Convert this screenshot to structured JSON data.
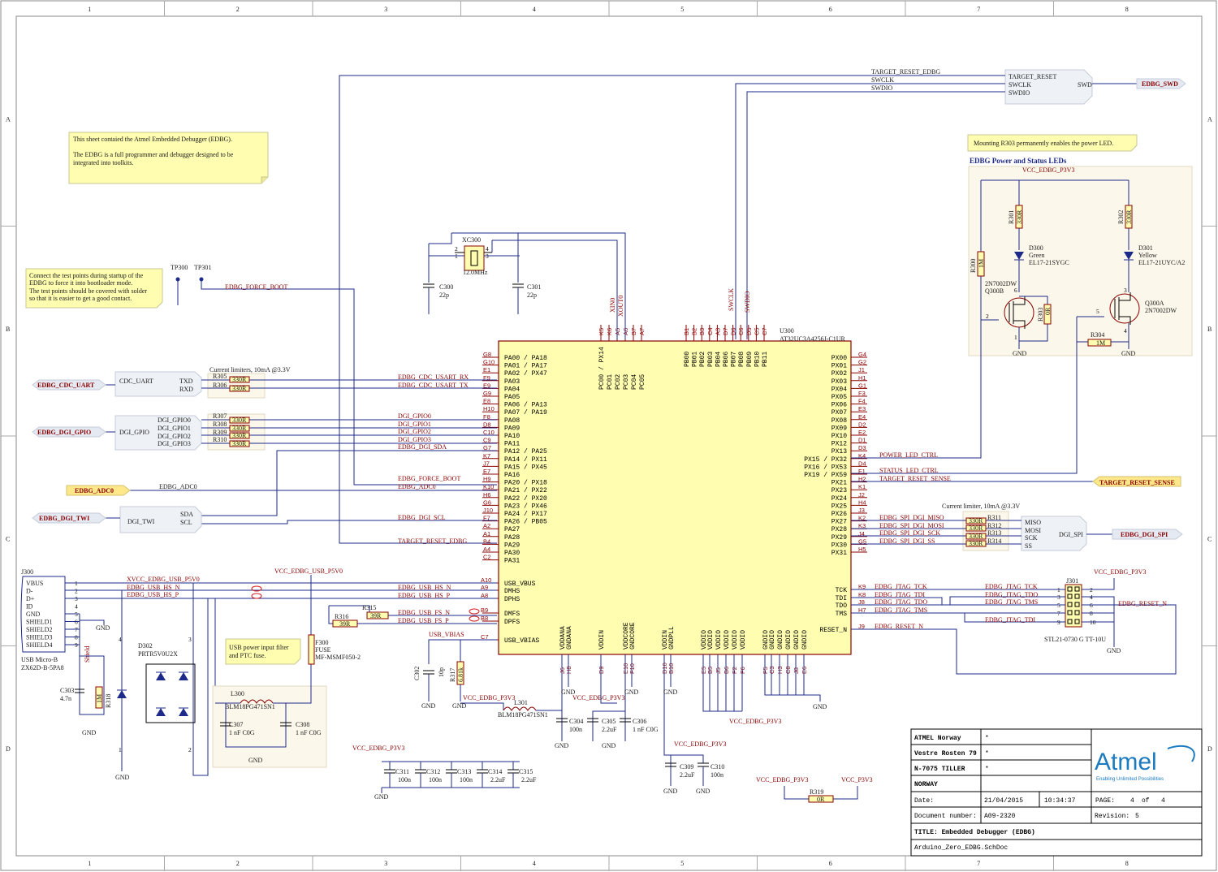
{
  "frame": {
    "columns": [
      "1",
      "2",
      "3",
      "4",
      "5",
      "6",
      "7",
      "8"
    ],
    "rows": [
      "A",
      "B",
      "C",
      "D"
    ]
  },
  "notes": {
    "edbg": [
      "This sheet contaied the Atmel Embedded Debugger (EDBG).",
      "",
      "The EDBG is a full programmer and debugger designed to be",
      "integrated into toolkits."
    ],
    "testpoints": [
      "Connect the test points during startup of the",
      "EDBG to force it into bootloader mode.",
      "The test points should be covered with solder",
      "so that it is easier to get a good contact."
    ],
    "usbfilter": [
      "USB power input filter",
      "and PTC fuse."
    ],
    "r303": "Mounting R303 permanently enables the power LED."
  },
  "u300": {
    "ref": "U300",
    "part": "AT32UC3A4256J-C1UR",
    "left_pins": [
      [
        "G8",
        "PA00 / PA18"
      ],
      [
        "G10",
        "PA01 / PA17"
      ],
      [
        "E1",
        "PA02 / PX47"
      ],
      [
        "F9",
        "PA03"
      ],
      [
        "E9",
        "PA04"
      ],
      [
        "G9",
        "PA05"
      ],
      [
        "E8",
        "PA06 / PA13"
      ],
      [
        "H10",
        "PA07 / PA19"
      ],
      [
        "F8",
        "PA08"
      ],
      [
        "D8",
        "PA09"
      ],
      [
        "C10",
        "PA10"
      ],
      [
        "C9",
        "PA11"
      ],
      [
        "G7",
        "PA12 / PA25"
      ],
      [
        "K7",
        "PA14 / PX11"
      ],
      [
        "J7",
        "PA15 / PX45"
      ],
      [
        "E7",
        "PA16"
      ],
      [
        "H9",
        "PA20 / PX18"
      ],
      [
        "K10",
        "PA21 / PX22"
      ],
      [
        "H6",
        "PA22 / PX20"
      ],
      [
        "G6",
        "PA23 / PX46"
      ],
      [
        "J10",
        "PA24 / PX17"
      ],
      [
        "F7",
        "PA26 / PB05"
      ],
      [
        "A2",
        "PA27"
      ],
      [
        "A1",
        "PA28"
      ],
      [
        "B4",
        "PA29"
      ],
      [
        "A4",
        "PA30"
      ],
      [
        "C2",
        "PA31"
      ]
    ],
    "right_pins": [
      [
        "G4",
        "PX00"
      ],
      [
        "G2",
        "PX01"
      ],
      [
        "J1",
        "PX02"
      ],
      [
        "H1",
        "PX03"
      ],
      [
        "G1",
        "PX04"
      ],
      [
        "F3",
        "PX05"
      ],
      [
        "F4",
        "PX06"
      ],
      [
        "E3",
        "PX07"
      ],
      [
        "E4",
        "PX08"
      ],
      [
        "D2",
        "PX09"
      ],
      [
        "E2",
        "PX10"
      ],
      [
        "D1",
        "PX12"
      ],
      [
        "D3",
        "PX13"
      ],
      [
        "K4",
        "PX15 / PX32"
      ],
      [
        "D4",
        "PX16 / PX53"
      ],
      [
        "F1",
        "PX19 / PX59"
      ],
      [
        "H2",
        "PX21"
      ],
      [
        "K1",
        "PX23"
      ],
      [
        "J2",
        "PX24"
      ],
      [
        "H4",
        "PX25"
      ],
      [
        "J3",
        "PX26"
      ],
      [
        "K2",
        "PX27"
      ],
      [
        "K3",
        "PX28"
      ],
      [
        "J4",
        "PX29"
      ],
      [
        "G5",
        "PX30"
      ],
      [
        "H5",
        "PX31"
      ]
    ],
    "top_left_pins": [
      [
        "K5",
        "PC00 / PX14"
      ],
      [
        "K6",
        "PC01"
      ],
      [
        "A5",
        "PC02"
      ],
      [
        "A6",
        "PC03"
      ],
      [
        "B7",
        "PC04"
      ],
      [
        "A7",
        "PC05"
      ]
    ],
    "top_right_pins": [
      [
        "B1",
        "PB00"
      ],
      [
        "B2",
        "PB01"
      ],
      [
        "B3",
        "PB02"
      ],
      [
        "C4",
        "PB03"
      ],
      [
        "A3",
        "PB04"
      ],
      [
        "D7",
        "PB06"
      ],
      [
        "D6",
        "PB07"
      ],
      [
        "C6",
        "PB08"
      ],
      [
        "D5",
        "PB09"
      ],
      [
        "C5",
        "PB10"
      ],
      [
        "C7",
        "PB11"
      ]
    ],
    "bottom_power": [
      [
        "J6",
        "VDDANA"
      ],
      [
        "H8",
        "GNDANA"
      ],
      [
        "D9",
        "VDDIN"
      ],
      [
        "E10",
        "VDDCORE"
      ],
      [
        "F10",
        "GNDCORE"
      ],
      [
        "D10",
        "VDDIN"
      ],
      [
        "B10",
        "GNDPLL"
      ],
      [
        "E5",
        "VDDIO"
      ],
      [
        "B5",
        "VDDIO"
      ],
      [
        "J5",
        "VDDIO"
      ],
      [
        "B6",
        "VDDIO"
      ],
      [
        "F2",
        "VDDIO"
      ],
      [
        "F6",
        "VDDIO"
      ],
      [
        "F5",
        "GNDIO"
      ],
      [
        "C3",
        "GNDIO"
      ],
      [
        "H3",
        "GNDIO"
      ],
      [
        "C8",
        "GNDIO"
      ],
      [
        "J8",
        "GNDIO"
      ],
      [
        "E6",
        "GNDIO"
      ]
    ],
    "usb_pins": [
      [
        "A10",
        "USB_VBUS"
      ],
      [
        "A9",
        "DMHS"
      ],
      [
        "A8",
        "DPHS"
      ],
      [
        "B9",
        "DMFS"
      ],
      [
        "B8",
        "DPFS"
      ],
      [
        "C7",
        "USB_VBIAS"
      ]
    ],
    "jtag_pins": [
      [
        "K9",
        "TCK"
      ],
      [
        "K8",
        "TDI"
      ],
      [
        "J8",
        "TDO"
      ],
      [
        "H7",
        "TMS"
      ],
      [
        "J9",
        "RESET_N"
      ]
    ]
  },
  "nets": {
    "target_reset_edbg": "TARGET_RESET_EDBG",
    "swclk": "SWCLK",
    "swdio": "SWDIO",
    "edbg_force_boot": "EDBG_FORCE_BOOT",
    "cdc_rx": "EDBG_CDC_USART_RX",
    "cdc_tx": "EDBG_CDC_USART_TX",
    "gpio0": "DGI_GPIO0",
    "gpio1": "DGI_GPIO1",
    "gpio2": "DGI_GPIO2",
    "gpio3": "DGI_GPIO3",
    "dgi_sda": "EDBG_DGI_SDA",
    "adc0": "EDBG_ADC0",
    "dgi_scl": "EDBG_DGI_SCL",
    "usb_p5v0": "XVCC_EDBG_USB_P5V0",
    "usb_hs_n": "EDBG_USB_HS_N",
    "usb_hs_p": "EDBG_USB_HS_P",
    "usb_fs_n": "EDBG_USB_FS_N",
    "usb_fs_p": "EDBG_USB_FS_P",
    "usb_vbias": "USB_VBIAS",
    "vcc_usb": "VCC_EDBG_USB_P5V0",
    "vcc_p3v3": "VCC_EDBG_P3V3",
    "vcc_p3v3_plain": "VCC_P3V3",
    "power_led": "POWER_LED_CTRL",
    "status_led": "STATUS_LED_CTRL",
    "target_reset_sense": "TARGET_RESET_SENSE",
    "spi_miso": "EDBG_SPI_DGI_MISO",
    "spi_mosi": "EDBG_SPI_DGI_MOSI",
    "spi_sck": "EDBG_SPI_DGI_SCK",
    "spi_ss": "EDBG_SPI_DGI_SS",
    "jtag_tck": "EDBG_JTAG_TCK",
    "jtag_tdi": "EDBG_JTAG_TDI",
    "jtag_tdo": "EDBG_JTAG_TDO",
    "jtag_tms": "EDBG_JTAG_TMS",
    "reset_n": "EDBG_RESET_N",
    "gnd": "GND"
  },
  "ports": {
    "edbg_swd": "EDBG_SWD",
    "edbg_cdc_uart": "EDBG_CDC_UART",
    "edbg_dgi_gpio": "EDBG_DGI_GPIO",
    "edbg_adc0": "EDBG_ADC0",
    "edbg_dgi_twi": "EDBG_DGI_TWI",
    "edbg_dgi_spi": "EDBG_DGI_SPI",
    "target_reset_sense": "TARGET_RESET_SENSE"
  },
  "swd_sheet": {
    "pins": [
      "TARGET_RESET",
      "SWCLK",
      "SWDIO"
    ],
    "label": "SWD"
  },
  "cdc_sheet": {
    "name": "CDC_UART",
    "pins": [
      "TXD",
      "RXD"
    ],
    "note": "Current limiters, 10mA @3.3V"
  },
  "gpio_sheet": {
    "name": "DGI_GPIO",
    "pins": [
      "DGI_GPIO0",
      "DGI_GPIO1",
      "DGI_GPIO2",
      "DGI_GPIO3"
    ]
  },
  "twi_sheet": {
    "name": "DGI_TWI",
    "pins": [
      "SDA",
      "SCL"
    ]
  },
  "spi_sheet": {
    "name": "DGI_SPI",
    "pins": [
      "MISO",
      "MOSI",
      "SCK",
      "SS"
    ],
    "note": "Current limiter, 10mA @3.3V"
  },
  "leds": {
    "title": "EDBG Power and Status LEDs",
    "d300": [
      "D300",
      "Green",
      "EL17-21SYGC"
    ],
    "d301": [
      "D301",
      "Yellow",
      "EL17-21UYC/A2"
    ],
    "q300b": [
      "2N7002DW",
      "Q300B"
    ],
    "q300a": [
      "Q300A",
      "2N7002DW"
    ],
    "r301": [
      "R301",
      "330R"
    ],
    "r302": [
      "R302",
      "330R"
    ],
    "r300": [
      "R300",
      "1M"
    ],
    "r303": [
      "R303",
      "0R"
    ],
    "r304": [
      "R304",
      "1M"
    ]
  },
  "resistors": {
    "r305": "R305",
    "r306": "R306",
    "r307": "R307",
    "r308": "R308",
    "r309": "R309",
    "r310": "R310",
    "r311": "R311",
    "r312": "R312",
    "r313": "R313",
    "r314": "R314",
    "r315": "R315",
    "r316": "R316",
    "r317": "R317",
    "r318": "R318",
    "r319": "R319",
    "v330": "330R",
    "v39": "39R",
    "v681": "6.81k",
    "v1m": "1M",
    "v0r": "0R"
  },
  "crystal": {
    "ref": "XC300",
    "value": "12.0MHz",
    "pins": [
      "2",
      "4",
      "1",
      "3"
    ],
    "xin": "XIN0",
    "xout": "XOUT0"
  },
  "caps": {
    "c300": [
      "C300",
      "22p"
    ],
    "c301": [
      "C301",
      "22p"
    ],
    "c302": [
      "C302",
      "10p"
    ],
    "c303": [
      "C303",
      "4.7n"
    ],
    "c304": [
      "C304",
      "100n"
    ],
    "c305": [
      "C305",
      "2.2uF"
    ],
    "c306": [
      "C306",
      "1 nF C0G"
    ],
    "c307": [
      "C307",
      "1 nF C0G"
    ],
    "c308": [
      "C308",
      "1 nF C0G"
    ],
    "c309": [
      "C309",
      "2.2uF"
    ],
    "c310": [
      "C310",
      "100n"
    ],
    "c311": [
      "C311",
      "100n"
    ],
    "c312": [
      "C312",
      "100n"
    ],
    "c313": [
      "C313",
      "100n"
    ],
    "c314": [
      "C314",
      "2.2uF"
    ],
    "c315": [
      "C315",
      "2.2uF"
    ]
  },
  "tp": {
    "tp300": "TP300",
    "tp301": "TP301"
  },
  "j300": {
    "ref": "J300",
    "part": [
      "USB Micro-B",
      "ZX62D-B-5PA8"
    ],
    "pins": [
      [
        "VBUS",
        "1"
      ],
      [
        "D-",
        "2"
      ],
      [
        "D+",
        "3"
      ],
      [
        "ID",
        "4"
      ],
      [
        "GND",
        "5"
      ],
      [
        "SHIELD1",
        "6"
      ],
      [
        "SHIELD2",
        "7"
      ],
      [
        "SHIELD3",
        "8"
      ],
      [
        "SHIELD4",
        "9"
      ]
    ],
    "shield": "Shield"
  },
  "d302": {
    "ref": "D302",
    "part": "PRTR5V0U2X",
    "pins": [
      "4",
      "3",
      "1",
      "2"
    ]
  },
  "l300": [
    "L300",
    "BLM18PG471SN1"
  ],
  "l301": [
    "L301",
    "BLM18PG471SN1"
  ],
  "f300": [
    "F300",
    "FUSE",
    "MF-MSMF050-2"
  ],
  "j301": {
    "ref": "J301",
    "part": "STL21-0730 G TT-10U",
    "pins": [
      [
        "1",
        "2"
      ],
      [
        "3",
        "4"
      ],
      [
        "5",
        "6"
      ],
      [
        "7",
        "8"
      ],
      [
        "9",
        "10"
      ]
    ]
  },
  "title_block": {
    "company": "ATMEL Norway",
    "address": "Vestre Rosten 79",
    "city": "N-7075 TILLER",
    "country": "NORWAY",
    "date_label": "Date:",
    "date": "21/04/2015",
    "time": "10:34:37",
    "page_label": "PAGE:",
    "page": "4",
    "of": "of",
    "pages": "4",
    "docnum_label": "Document number:",
    "docnum": "A09-2320",
    "rev_label": "Revision:",
    "rev": "5",
    "title": "TITLE: Embedded Debugger (EDBG)",
    "file": "Arduino_Zero_EDBG.SchDoc",
    "star": "*",
    "logo": "Atmel",
    "tagline": "Enabling Unlimited Possibilities"
  }
}
